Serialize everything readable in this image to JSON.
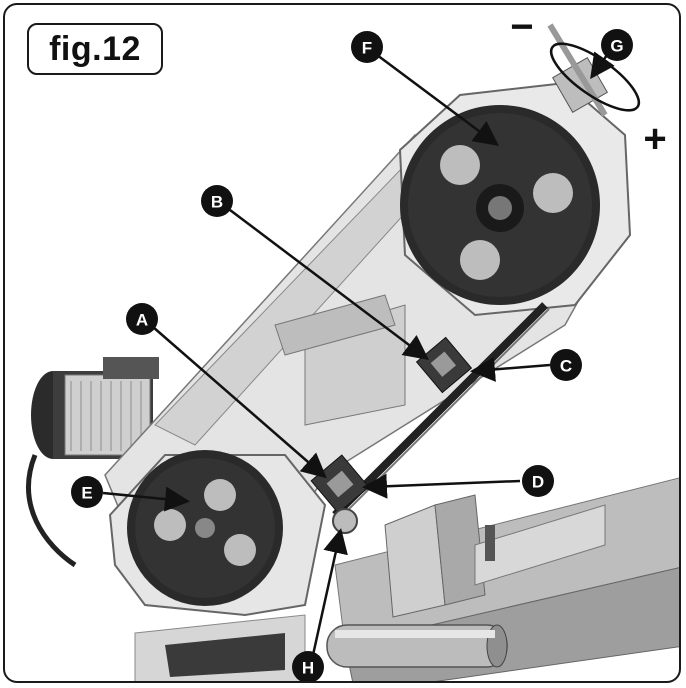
{
  "figure": {
    "label": "fig.12"
  },
  "callouts": {
    "a": "A",
    "b": "B",
    "c": "C",
    "d": "D",
    "e": "E",
    "f": "F",
    "g": "G",
    "h": "H"
  },
  "tension_adjust": {
    "minus": "−",
    "plus": "+"
  },
  "colors": {
    "ink": "#111111",
    "metal": "#c9c9c9",
    "wheel": "#2a2a2a",
    "frame_border": "#1a1a1a"
  }
}
